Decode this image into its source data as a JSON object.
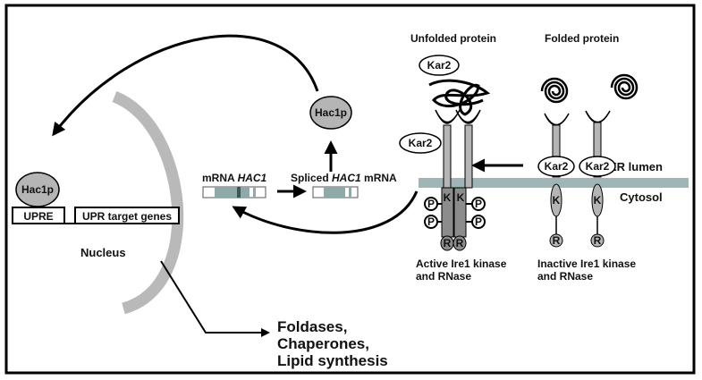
{
  "labels": {
    "unfolded_protein": "Unfolded protein",
    "folded_protein": "Folded protein",
    "kar2": "Kar2",
    "hac1p": "Hac1p",
    "upre": "UPRE",
    "upr_target_genes": "UPR target genes",
    "nucleus": "Nucleus",
    "mrna_prefix": "mRNA ",
    "hac1": "HAC1",
    "spliced_prefix": "Spliced ",
    "mrna_suffix": " mRNA",
    "er_lumen": "ER lumen",
    "cytosol": "Cytosol",
    "kinase": "K",
    "rnase": "R",
    "phospho": "P",
    "active_line1": "Active Ire1 kinase",
    "active_line2": "and RNase",
    "inactive_line1": "Inactive Ire1 kinase",
    "inactive_line2": "and RNase",
    "outputs": [
      "Foldases,",
      "Chaperones,",
      "Lipid synthesis"
    ]
  },
  "colors": {
    "membrane": "#9fb6b6",
    "protein_gray": "#b5b5b5",
    "dark_gray": "#8c8c8c",
    "nucleus_arc": "#b9b9b9",
    "mrna_teal": "#8fa8a8",
    "mrna_dark": "#3f5656"
  }
}
